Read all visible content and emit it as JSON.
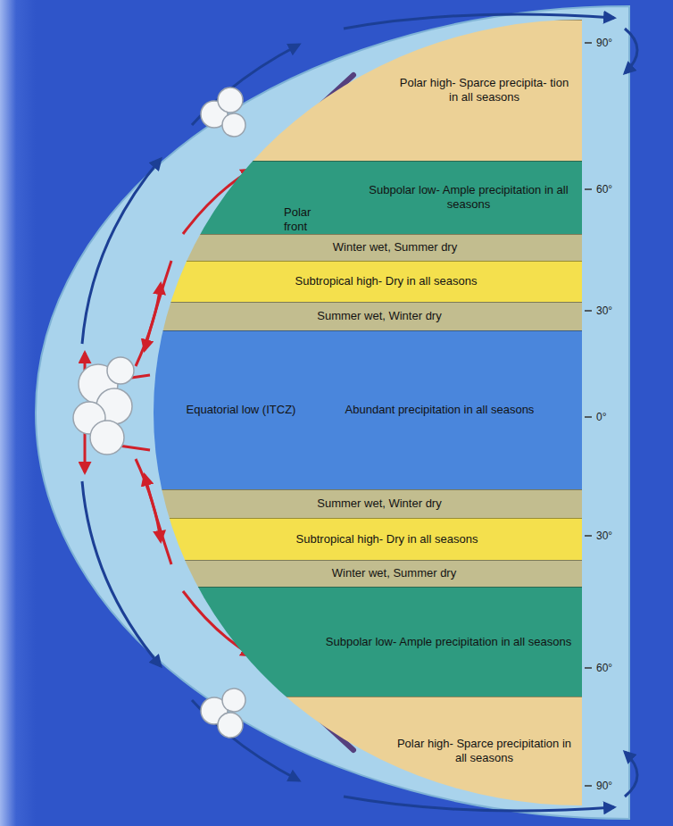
{
  "diagram": {
    "nodes": [
      {
        "text": [
          "Polar high- Sparce precipita- tion in all seasons"
        ]
      },
      {
        "text": [
          "Subpolar low- Ample precipitation in all seasons"
        ]
      },
      {
        "text": [
          "Winter wet, Summer dry"
        ]
      },
      {
        "text": [
          "Subtropical high- Dry in all seasons"
        ]
      },
      {
        "text": [
          "Summer wet, Winter dry"
        ]
      },
      {
        "text": [
          "Equatorial low (ITCZ)",
          "Abundant precipitation in all seasons"
        ]
      },
      {
        "text": [
          "Summer wet, Winter dry"
        ]
      },
      {
        "text": [
          "Subtropical high- Dry in all seasons"
        ]
      },
      {
        "text": [
          "Winter wet, Summer dry"
        ]
      },
      {
        "text": [
          "Subpolar low- Ample precipitation in all seasons"
        ]
      },
      {
        "text": [
          "Polar high- Sparce precipitation in all seasons"
        ]
      }
    ],
    "labels": [
      "Polar front",
      "90°",
      "60°",
      "30°",
      "0°",
      "30°",
      "60°",
      "90°"
    ]
  }
}
